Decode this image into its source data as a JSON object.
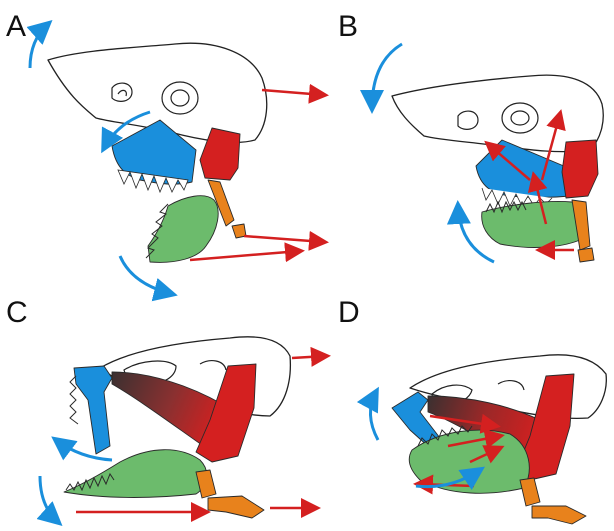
{
  "figure": {
    "panels": [
      {
        "label": "A"
      },
      {
        "label": "B"
      },
      {
        "label": "C"
      },
      {
        "label": "D"
      }
    ],
    "colors": {
      "upper_jaw": "#1a8fdc",
      "quadrate": "#d42020",
      "lower_jaw": "#6cbb6c",
      "hyoid": "#e8821c",
      "muscle_dark": "#4a3a3a",
      "arrow_red": "#d42020",
      "arrow_blue": "#1a8fdc",
      "outline": "#222222",
      "background": "#ffffff"
    }
  }
}
